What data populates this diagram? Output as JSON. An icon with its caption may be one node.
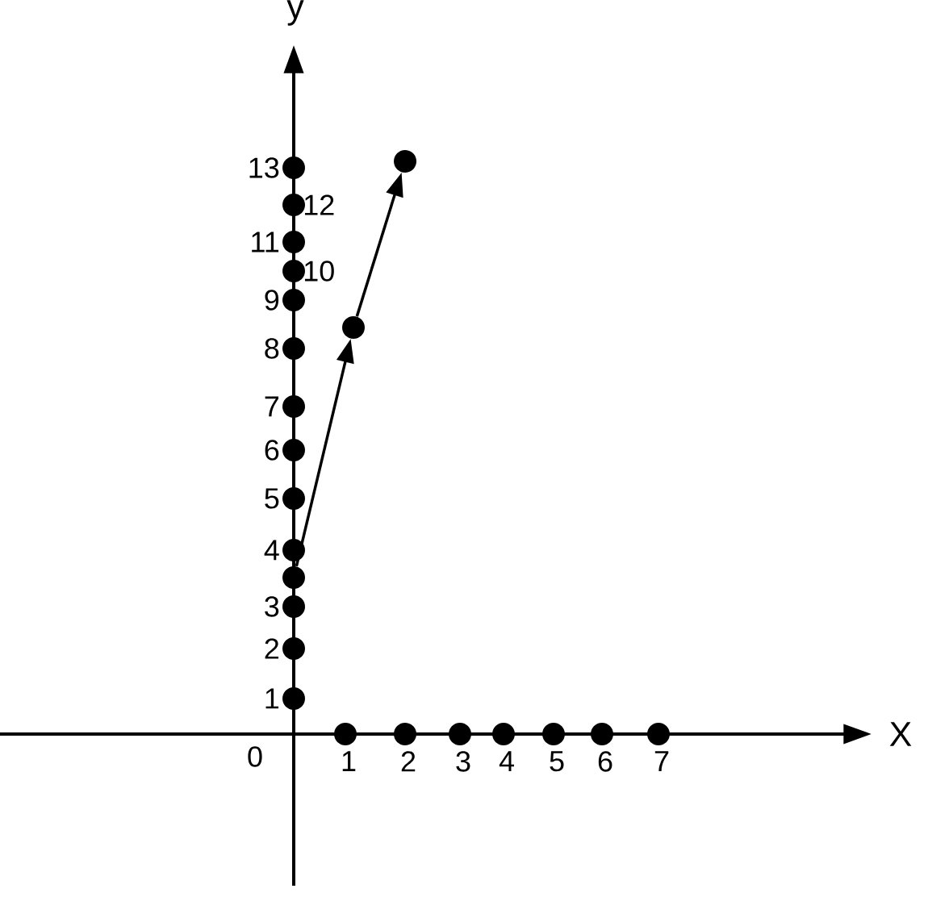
{
  "diagram": {
    "nodes": [
      {
        "text": [],
        "shape": "circle",
        "beside": [
          "13"
        ]
      },
      {
        "text": [],
        "shape": "circle",
        "beside": [
          "12"
        ]
      },
      {
        "text": [],
        "shape": "circle",
        "beside": [
          "11"
        ]
      },
      {
        "text": [],
        "shape": "circle",
        "beside": [
          "10"
        ]
      },
      {
        "text": [],
        "shape": "circle",
        "beside": [
          "9"
        ]
      },
      {
        "text": [],
        "shape": "circle",
        "beside": [
          "8"
        ]
      },
      {
        "text": [],
        "shape": "circle",
        "beside": [
          "7"
        ]
      },
      {
        "text": [],
        "shape": "circle",
        "beside": [
          "6"
        ]
      },
      {
        "text": [],
        "shape": "circle",
        "beside": [
          "5"
        ]
      },
      {
        "text": [],
        "shape": "circle",
        "beside": [
          "4"
        ]
      },
      {
        "text": [],
        "shape": "circle"
      },
      {
        "text": [],
        "shape": "circle",
        "beside": [
          "3"
        ]
      },
      {
        "text": [],
        "shape": "circle",
        "beside": [
          "2"
        ]
      },
      {
        "text": [],
        "shape": "circle",
        "beside": [
          "1"
        ]
      },
      {
        "text": [],
        "shape": "circle"
      },
      {
        "text": [],
        "shape": "circle"
      },
      {
        "text": [],
        "shape": "circle",
        "beside": [
          "1"
        ]
      },
      {
        "text": [],
        "shape": "circle",
        "beside": [
          "2"
        ]
      },
      {
        "text": [],
        "shape": "circle",
        "beside": [
          "3"
        ]
      },
      {
        "text": [],
        "shape": "circle",
        "beside": [
          "4"
        ]
      },
      {
        "text": [],
        "shape": "circle",
        "beside": [
          "5"
        ]
      },
      {
        "text": [],
        "shape": "circle",
        "beside": [
          "6"
        ]
      },
      {
        "text": [],
        "shape": "circle",
        "beside": [
          "7"
        ]
      }
    ],
    "edges": [
      {
        "from": 10,
        "to": 14,
        "arrow": "to"
      },
      {
        "from": 14,
        "to": 15,
        "arrow": "to"
      }
    ],
    "labels": [
      "y",
      "X",
      "0"
    ]
  }
}
